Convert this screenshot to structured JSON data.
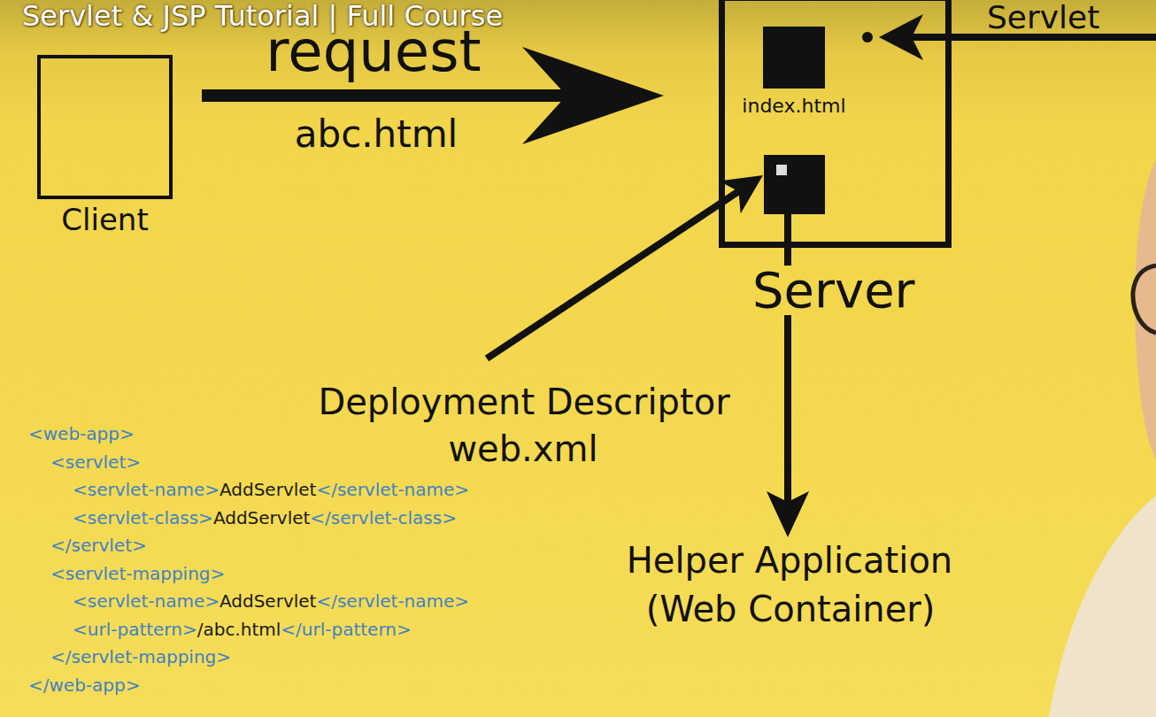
{
  "diagram": {
    "title": "Servlet & JSP Tutorial | Full Course",
    "nodes": [
      {
        "text": [
          "Client"
        ]
      },
      {
        "text": [
          "Server"
        ]
      },
      {
        "text": [
          "index.html"
        ],
        "in": 1
      }
    ],
    "edges": [
      {
        "from": 0,
        "to": 1,
        "label": "request",
        "arrow": "to"
      }
    ],
    "labels": [
      "abc.html",
      "Servlet",
      "Deployment Descriptor",
      "web.xml",
      "Helper Application",
      "(Web Container)",
      "<web-app>",
      "<servlet>",
      "<servlet-name>AddServlet</servlet-name>",
      "<servlet-class>AddServlet</servlet-class>",
      "</servlet>",
      "<servlet-mapping>",
      "<servlet-name>AddServlet</servlet-name>",
      "<url-pattern>/abc.html</url-pattern>",
      "</servlet-mapping>",
      "</web-app>"
    ]
  }
}
